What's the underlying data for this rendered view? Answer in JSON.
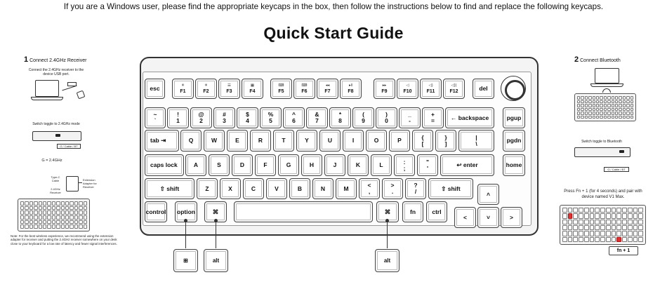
{
  "top_note": "If you are a Windows user, please find the appropriate keycaps in the box, then follow the instructions below to find and replace the following keycaps.",
  "title": "Quick Start Guide",
  "left": {
    "step_num": "1",
    "step_title": "Connect 2.4GHz Receiver",
    "connect_text": "Connect the 2.4GHz receiver to the device USB port.",
    "switch_text": "Switch toggle to 2.4GHz mode",
    "switch_labels": "G / Cable / BT",
    "ghz_label": "G = 2.4GHz",
    "type_c_label": "Type-C Cable",
    "extension_label": "Extension Adapter for Receiver",
    "receiver_label": "2.4GHz Receiver",
    "note": "Note: For the best wireless experience, we recommend using the extension adapter for receiver and putting the 2.4GHz receiver somewhere on your desk close to your keyboard for a low rate of latency and fewer signal interferences."
  },
  "right": {
    "step_num": "2",
    "step_title": "Connect Bluetooth",
    "switch_text": "Switch toggle to Bluetooth",
    "switch_labels": "G / Cable / BT",
    "pair_text": "Press Fn + 1 (for 4 seconds) and pair with device named V1 Max.",
    "fn_combo": "fn + 1"
  },
  "keys": {
    "esc": "esc",
    "f1_icon": "☀",
    "f1": "F1",
    "f2_icon": "☀",
    "f2": "F2",
    "f3_icon": "☰",
    "f3": "F3",
    "f4_icon": "▦",
    "f4": "F4",
    "f5_icon": "⌨",
    "f5": "F5",
    "f6_icon": "⌨",
    "f6": "F6",
    "f7_icon": "◂◂",
    "f7": "F7",
    "f8_icon": "▸‖",
    "f8": "F8",
    "f9_icon": "▸▸",
    "f9": "F9",
    "f10_icon": "◁",
    "f10": "F10",
    "f11_icon": "◁)",
    "f11": "F11",
    "f12_icon": "◁))",
    "f12": "F12",
    "del": "del",
    "grave_top": "~",
    "grave": "`",
    "n1_top": "!",
    "n1": "1",
    "n2_top": "@",
    "n2": "2",
    "n3_top": "#",
    "n3": "3",
    "n4_top": "$",
    "n4": "4",
    "n5_top": "%",
    "n5": "5",
    "n6_top": "^",
    "n6": "6",
    "n7_top": "&",
    "n7": "7",
    "n8_top": "*",
    "n8": "8",
    "n9_top": "(",
    "n9": "9",
    "n0_top": ")",
    "n0": "0",
    "minus_top": "_",
    "minus": "-",
    "equal_top": "+",
    "equal": "=",
    "backspace": "← backspace",
    "pgup": "pgup",
    "tab": "tab ⇥",
    "q": "Q",
    "w": "W",
    "e": "E",
    "r": "R",
    "t": "T",
    "y": "Y",
    "u": "U",
    "i": "I",
    "o": "O",
    "p": "P",
    "lbr_top": "{",
    "lbr": "[",
    "rbr_top": "}",
    "rbr": "]",
    "bslash_top": "|",
    "bslash": "\\",
    "pgdn": "pgdn",
    "caps": "caps lock",
    "a": "A",
    "s": "S",
    "d": "D",
    "f": "F",
    "g": "G",
    "h": "H",
    "j": "J",
    "k": "K",
    "l": "L",
    "semi_top": ":",
    "semi": ";",
    "quote_top": "\"",
    "quote": "'",
    "enter": "↩ enter",
    "home": "home",
    "lshift": "⇧ shift",
    "z": "Z",
    "x": "X",
    "c": "C",
    "v": "V",
    "b": "B",
    "n": "N",
    "m": "M",
    "comma_top": "<",
    "comma": ",",
    "period_top": ">",
    "period": ".",
    "slash_top": "?",
    "slash": "/",
    "rshift": "⇧ shift",
    "up": "˄",
    "control": "control",
    "option": "option",
    "lcmd": "⌘",
    "space": "",
    "rcmd": "⌘",
    "fn": "fn",
    "ctrl": "ctrl",
    "left": "<",
    "down": "˅",
    "right": ">"
  },
  "callouts": {
    "win": "⊞",
    "alt_left": "alt",
    "alt_right": "alt"
  }
}
